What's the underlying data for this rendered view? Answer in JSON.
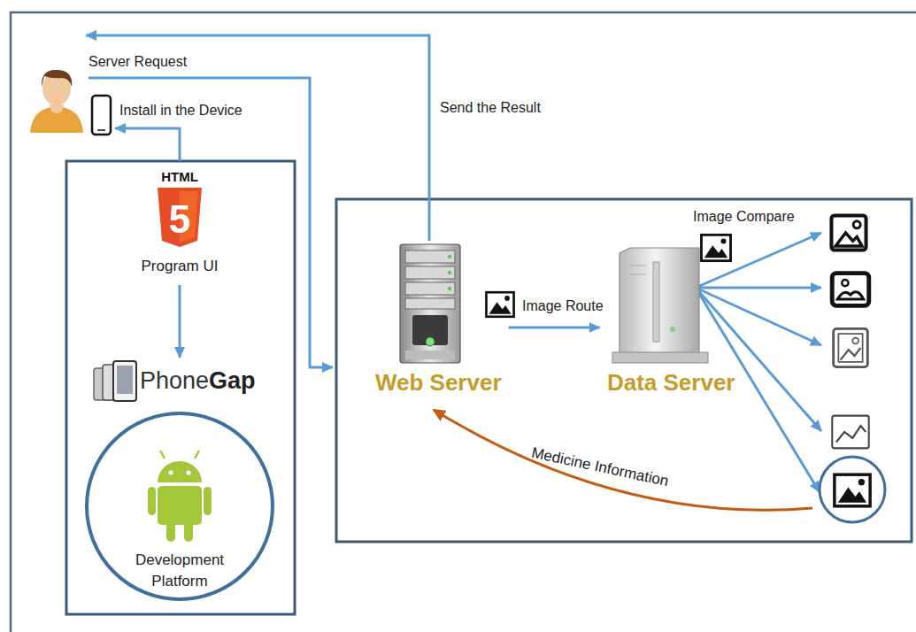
{
  "diagram": {
    "nodes": [
      {
        "text": [
          "HTML",
          "5",
          "Program UI"
        ]
      },
      {
        "text": [
          "Phone",
          "Gap"
        ]
      },
      {
        "text": [
          "Development Platform"
        ]
      },
      {
        "text": [
          "Web Server"
        ]
      },
      {
        "text": [
          "Data Server"
        ]
      }
    ],
    "edges": [
      {
        "from": 0,
        "to": 1,
        "arrow": "to"
      },
      {
        "from": 3,
        "to": 4,
        "label": "Image Route",
        "arrow": "to"
      }
    ],
    "labels": [
      "Server Request",
      "Install in the Device",
      "Send the Result",
      "Image Compare",
      "Medicine Information"
    ]
  }
}
